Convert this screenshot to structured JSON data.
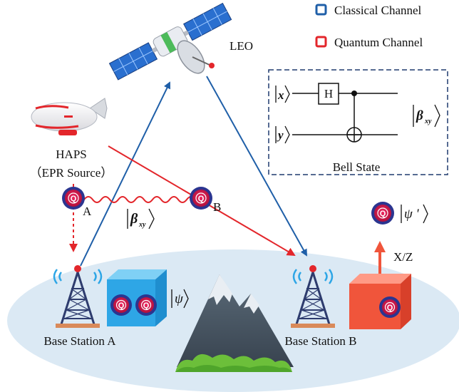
{
  "legend": {
    "classical": {
      "label": "Classical Channel",
      "color": "#1f5fa8"
    },
    "quantum": {
      "label": "Quantum Channel",
      "color": "#e3262b"
    }
  },
  "nodes": {
    "leo": "LEO",
    "haps": "HAPS",
    "epr_source": "（EPR Source）",
    "base_a": "Base Station A",
    "base_b": "Base Station B"
  },
  "qubits": {
    "symbol": "Q",
    "point_a": "A",
    "point_b": "B"
  },
  "states": {
    "beta_name": "β",
    "beta_sub": "xy",
    "psi": "ψ",
    "psi_prime": "ψ '"
  },
  "bell_circuit": {
    "input_x": "x",
    "input_y": "y",
    "gate_h": "H",
    "caption": "Bell State"
  },
  "correction": {
    "label": "X/Z"
  },
  "colors": {
    "qubit_fill": "#c9163f",
    "qubit_ring": "#2b3590",
    "box_blue": "#2ea6e6",
    "box_red": "#f0553b",
    "ground": "#dbe9f4",
    "tower": "#2e3c6e"
  }
}
